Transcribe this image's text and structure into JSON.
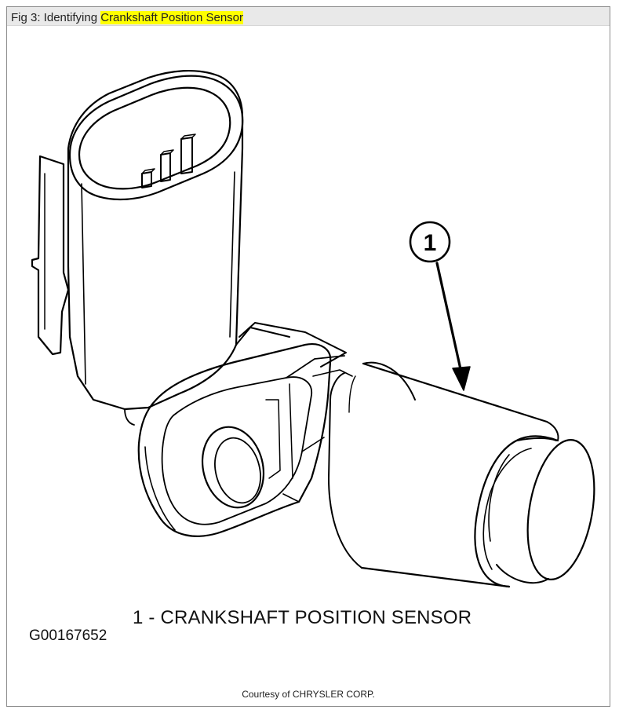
{
  "caption": {
    "prefix": "Fig 3: Identifying ",
    "highlight": "Crankshaft Position Sensor",
    "highlight_color": "#ffff00"
  },
  "callout": {
    "number": "1"
  },
  "legend": {
    "text": "1 - CRANKSHAFT POSITION SENSOR"
  },
  "drawing_id": "G00167652",
  "credit": "Courtesy of CHRYSLER CORP."
}
